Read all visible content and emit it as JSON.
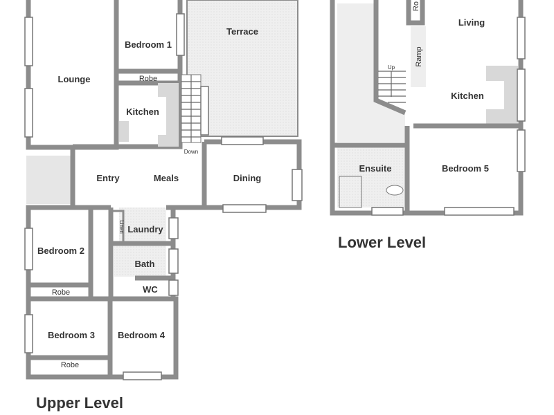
{
  "upper": {
    "title": "Upper Level",
    "rooms": {
      "terrace": "Terrace",
      "bedroom1": "Bedroom 1",
      "lounge": "Lounge",
      "robe1": "Robe",
      "kitchen": "Kitchen",
      "down": "Down",
      "entry": "Entry",
      "meals": "Meals",
      "dining": "Dining",
      "laundry": "Laundry",
      "linen": "Linen",
      "bedroom2": "Bedroom 2",
      "bath": "Bath",
      "robe2": "Robe",
      "wc": "WC",
      "bedroom3": "Bedroom 3",
      "bedroom4": "Bedroom 4",
      "robe3": "Robe"
    }
  },
  "lower": {
    "title": "Lower Level",
    "rooms": {
      "robe": "Ro",
      "living": "Living",
      "ramp": "Ramp",
      "up": "Up",
      "kitchen": "Kitchen",
      "ensuite": "Ensuite",
      "bedroom5": "Bedroom 5"
    }
  }
}
